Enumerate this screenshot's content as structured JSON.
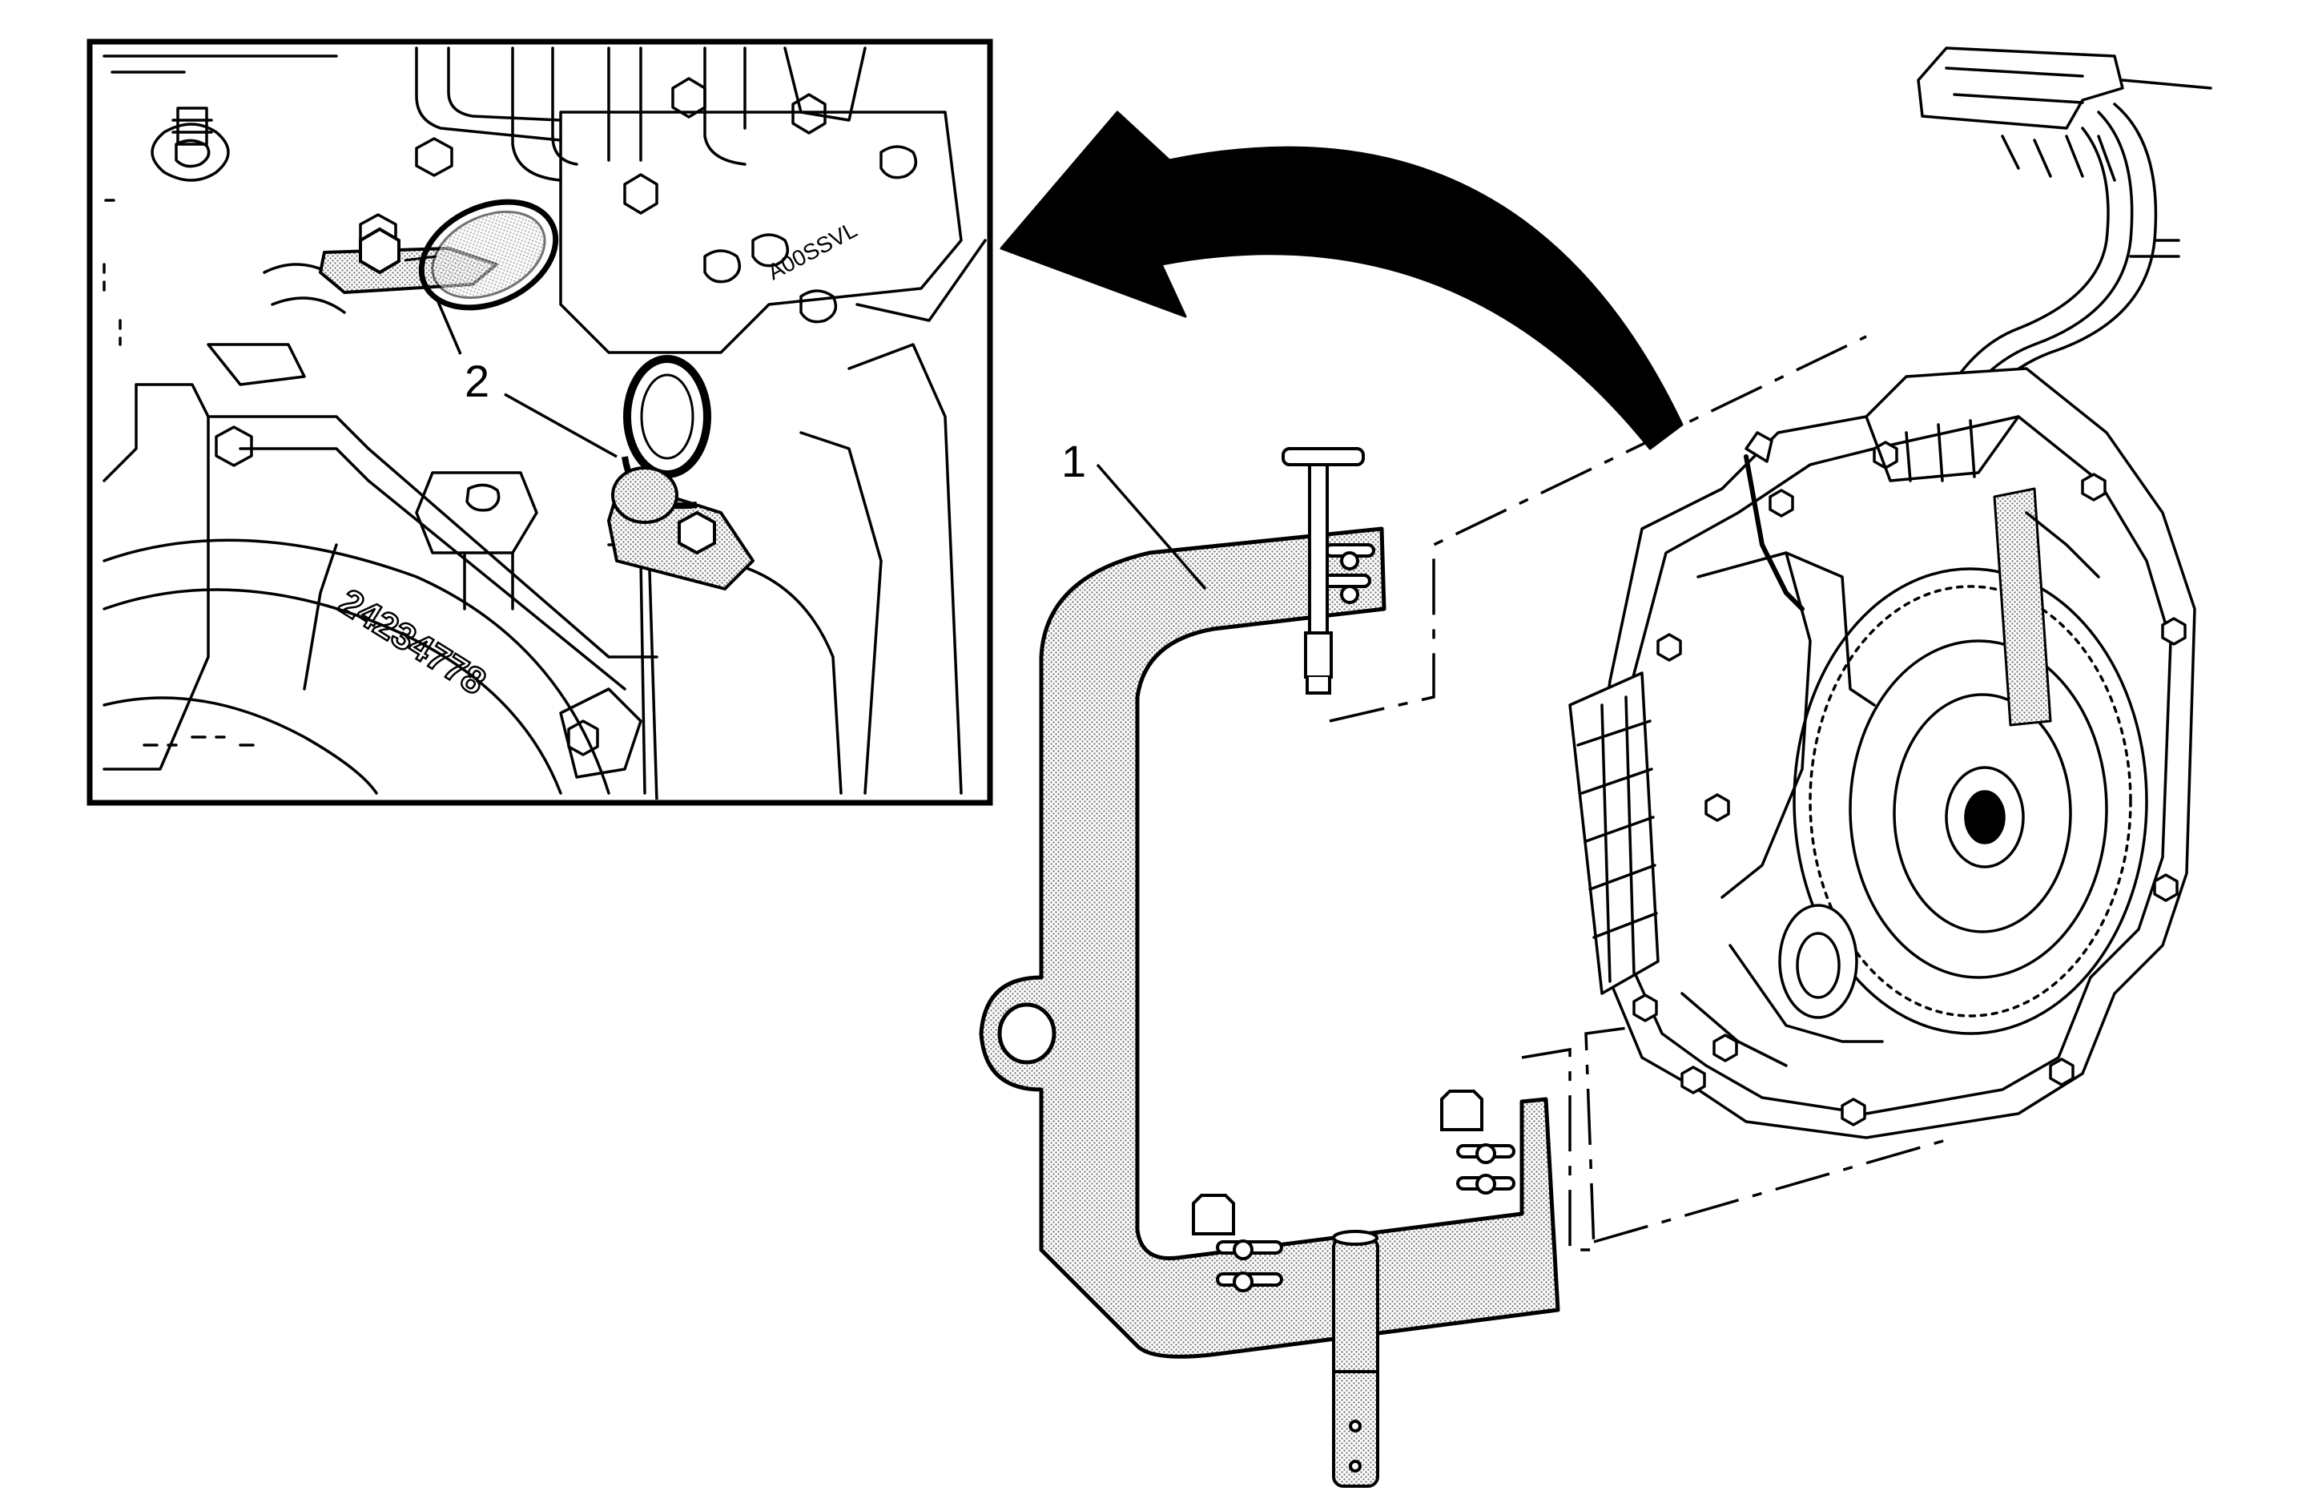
{
  "callouts": {
    "fixture": "1",
    "lift_brackets": "2"
  },
  "inset": {
    "case_casting_number": "24234778",
    "valve_body_marking": "A00SSVL"
  },
  "colors": {
    "line": "#000000",
    "hatch": "#8f8f8f",
    "background": "#ffffff"
  },
  "icons": {
    "arrow": "curved-arrow-icon"
  }
}
